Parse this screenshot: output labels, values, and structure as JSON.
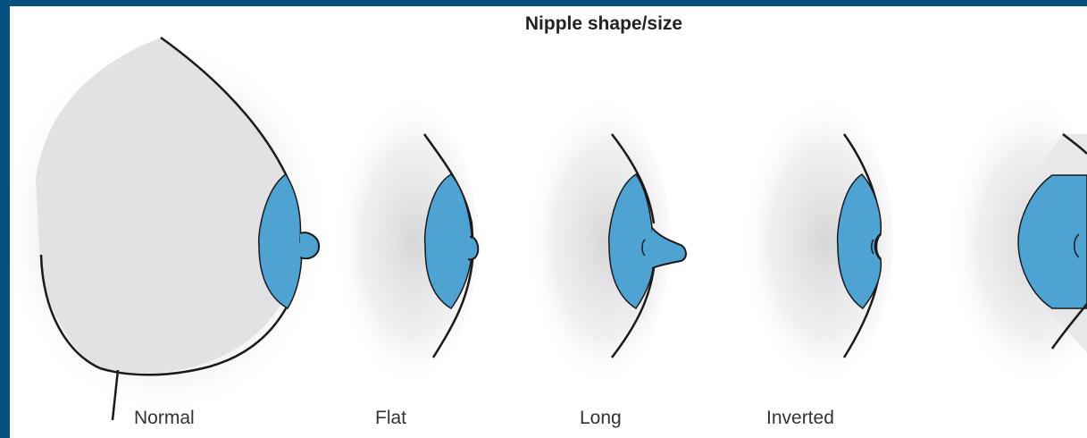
{
  "title": "Nipple shape/size",
  "labels": {
    "normal": "Normal",
    "flat": "Flat",
    "long": "Long",
    "inverted": "Inverted"
  },
  "colors": {
    "frame": "#04507f",
    "breast": "#e2e2e4",
    "areola": "#4fa3d3",
    "outline": "#1a1a1a"
  }
}
